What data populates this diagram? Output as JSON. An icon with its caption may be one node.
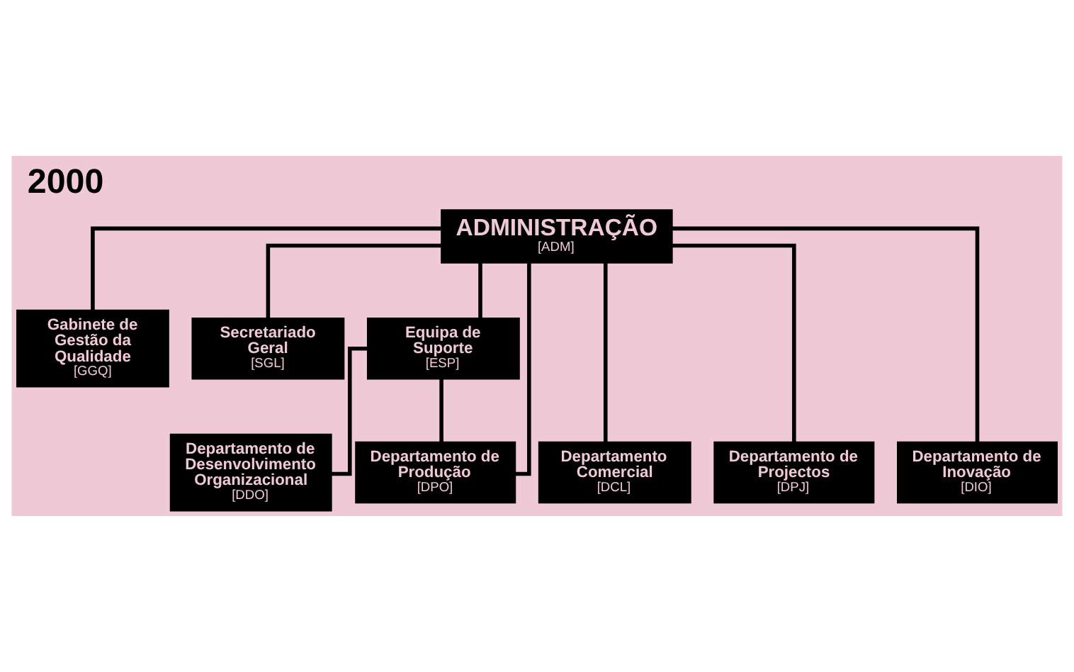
{
  "diagram": {
    "title": "2000",
    "nodes": [
      {
        "text": [
          "ADMINISTRAÇÃO",
          "[ADM]"
        ]
      },
      {
        "text": [
          "Gabinete de Gestão da Qualidade",
          "[GGQ]"
        ]
      },
      {
        "text": [
          "Secretariado Geral",
          "[SGL]"
        ]
      },
      {
        "text": [
          "Equipa de Suporte",
          "[ESP]"
        ]
      },
      {
        "text": [
          "Departamento Comercial",
          "[DCL]"
        ]
      },
      {
        "text": [
          "Departamento de Projectos",
          "[DPJ]"
        ]
      },
      {
        "text": [
          "Departamento de Produção",
          "[DPO]"
        ]
      },
      {
        "text": [
          "Departamento de Inovação",
          "[DIO]"
        ]
      },
      {
        "text": [
          "Departamento de Desenvolvimento Organizacional",
          "[DDO]"
        ]
      }
    ],
    "edges": [
      {
        "from": 0,
        "to": 1,
        "arrow": "none"
      },
      {
        "from": 0,
        "to": 2,
        "arrow": "none"
      },
      {
        "from": 0,
        "to": 3,
        "arrow": "none"
      },
      {
        "from": 0,
        "to": 4,
        "arrow": "none"
      },
      {
        "from": 0,
        "to": 5,
        "arrow": "none"
      },
      {
        "from": 0,
        "to": 6,
        "arrow": "none"
      },
      {
        "from": 0,
        "to": 7,
        "arrow": "none"
      },
      {
        "from": 3,
        "to": 6,
        "arrow": "none"
      },
      {
        "from": 3,
        "to": 8,
        "arrow": "none"
      }
    ]
  }
}
